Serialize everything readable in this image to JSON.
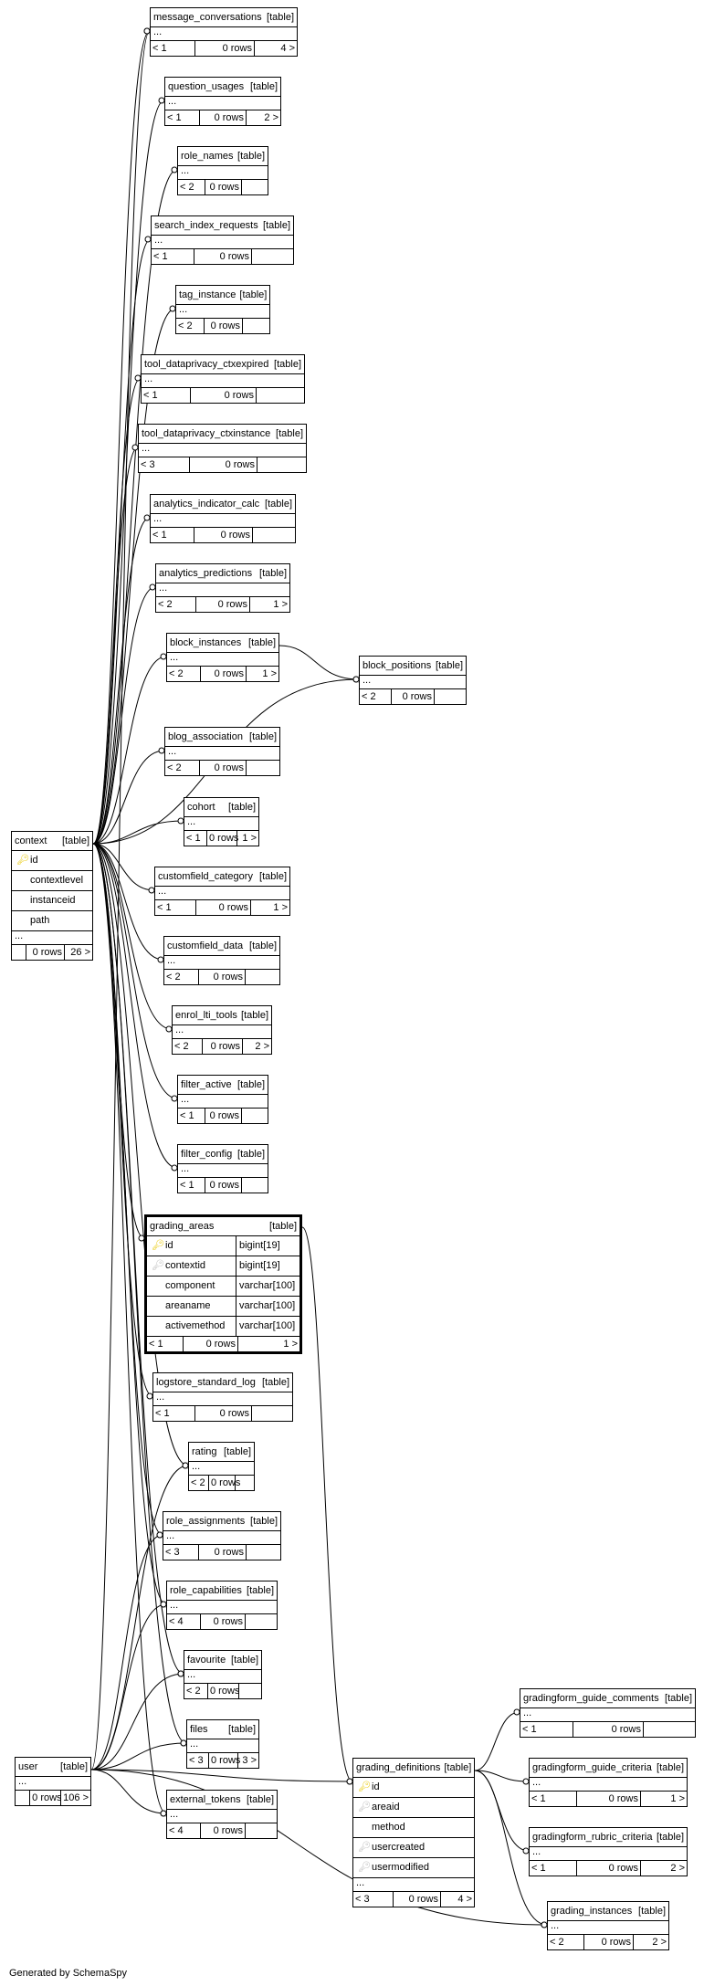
{
  "footer_note": "Generated by SchemaSpy",
  "colors": {
    "line": "#000000",
    "pk_key": "#e8c800",
    "fk_key": "#bbbbbb"
  },
  "tables": {
    "message_conversations": {
      "name": "message_conversations",
      "tag": "[table]",
      "dots": "...",
      "parents": "< 1",
      "rows": "0 rows",
      "children": "4 >"
    },
    "question_usages": {
      "name": "question_usages",
      "tag": "[table]",
      "dots": "...",
      "parents": "< 1",
      "rows": "0 rows",
      "children": "2 >"
    },
    "role_names": {
      "name": "role_names",
      "tag": "[table]",
      "dots": "...",
      "parents": "< 2",
      "rows": "0 rows",
      "children": ""
    },
    "search_index_requests": {
      "name": "search_index_requests",
      "tag": "[table]",
      "dots": "...",
      "parents": "< 1",
      "rows": "0 rows",
      "children": ""
    },
    "tag_instance": {
      "name": "tag_instance",
      "tag": "[table]",
      "dots": "...",
      "parents": "< 2",
      "rows": "0 rows",
      "children": ""
    },
    "tool_dataprivacy_ctxexpired": {
      "name": "tool_dataprivacy_ctxexpired",
      "tag": "[table]",
      "dots": "...",
      "parents": "< 1",
      "rows": "0 rows",
      "children": ""
    },
    "tool_dataprivacy_ctxinstance": {
      "name": "tool_dataprivacy_ctxinstance",
      "tag": "[table]",
      "dots": "...",
      "parents": "< 3",
      "rows": "0 rows",
      "children": ""
    },
    "analytics_indicator_calc": {
      "name": "analytics_indicator_calc",
      "tag": "[table]",
      "dots": "...",
      "parents": "< 1",
      "rows": "0 rows",
      "children": ""
    },
    "analytics_predictions": {
      "name": "analytics_predictions",
      "tag": "[table]",
      "dots": "...",
      "parents": "< 2",
      "rows": "0 rows",
      "children": "1 >"
    },
    "block_instances": {
      "name": "block_instances",
      "tag": "[table]",
      "dots": "...",
      "parents": "< 2",
      "rows": "0 rows",
      "children": "1 >"
    },
    "block_positions": {
      "name": "block_positions",
      "tag": "[table]",
      "dots": "...",
      "parents": "< 2",
      "rows": "0 rows",
      "children": ""
    },
    "blog_association": {
      "name": "blog_association",
      "tag": "[table]",
      "dots": "...",
      "parents": "< 2",
      "rows": "0 rows",
      "children": ""
    },
    "cohort": {
      "name": "cohort",
      "tag": "[table]",
      "dots": "...",
      "parents": "< 1",
      "rows": "0 rows",
      "children": "1 >"
    },
    "customfield_category": {
      "name": "customfield_category",
      "tag": "[table]",
      "dots": "...",
      "parents": "< 1",
      "rows": "0 rows",
      "children": "1 >"
    },
    "customfield_data": {
      "name": "customfield_data",
      "tag": "[table]",
      "dots": "...",
      "parents": "< 2",
      "rows": "0 rows",
      "children": ""
    },
    "enrol_lti_tools": {
      "name": "enrol_lti_tools",
      "tag": "[table]",
      "dots": "...",
      "parents": "< 2",
      "rows": "0 rows",
      "children": "2 >"
    },
    "filter_active": {
      "name": "filter_active",
      "tag": "[table]",
      "dots": "...",
      "parents": "< 1",
      "rows": "0 rows",
      "children": ""
    },
    "filter_config": {
      "name": "filter_config",
      "tag": "[table]",
      "dots": "...",
      "parents": "< 1",
      "rows": "0 rows",
      "children": ""
    },
    "logstore_standard_log": {
      "name": "logstore_standard_log",
      "tag": "[table]",
      "dots": "...",
      "parents": "< 1",
      "rows": "0 rows",
      "children": ""
    },
    "rating": {
      "name": "rating",
      "tag": "[table]",
      "dots": "...",
      "parents": "< 2",
      "rows": "0 rows",
      "children": ""
    },
    "role_assignments": {
      "name": "role_assignments",
      "tag": "[table]",
      "dots": "...",
      "parents": "< 3",
      "rows": "0 rows",
      "children": ""
    },
    "role_capabilities": {
      "name": "role_capabilities",
      "tag": "[table]",
      "dots": "...",
      "parents": "< 4",
      "rows": "0 rows",
      "children": ""
    },
    "favourite": {
      "name": "favourite",
      "tag": "[table]",
      "dots": "...",
      "parents": "< 2",
      "rows": "0 rows",
      "children": ""
    },
    "files": {
      "name": "files",
      "tag": "[table]",
      "dots": "...",
      "parents": "< 3",
      "rows": "0 rows",
      "children": "3 >"
    },
    "external_tokens": {
      "name": "external_tokens",
      "tag": "[table]",
      "dots": "...",
      "parents": "< 4",
      "rows": "0 rows",
      "children": ""
    },
    "gradingform_guide_comments": {
      "name": "gradingform_guide_comments",
      "tag": "[table]",
      "dots": "...",
      "parents": "< 1",
      "rows": "0 rows",
      "children": ""
    },
    "gradingform_guide_criteria": {
      "name": "gradingform_guide_criteria",
      "tag": "[table]",
      "dots": "...",
      "parents": "< 1",
      "rows": "0 rows",
      "children": "1 >"
    },
    "gradingform_rubric_criteria": {
      "name": "gradingform_rubric_criteria",
      "tag": "[table]",
      "dots": "...",
      "parents": "< 1",
      "rows": "0 rows",
      "children": "2 >"
    },
    "grading_instances": {
      "name": "grading_instances",
      "tag": "[table]",
      "dots": "...",
      "parents": "< 2",
      "rows": "0 rows",
      "children": "2 >"
    },
    "user": {
      "name": "user",
      "tag": "[table]",
      "dots": "...",
      "parents": "",
      "rows": "0 rows",
      "children": "106 >"
    }
  },
  "context": {
    "name": "context",
    "tag": "[table]",
    "columns": [
      "id",
      "contextlevel",
      "instanceid",
      "path"
    ],
    "dots": "...",
    "parents": "",
    "rows": "0 rows",
    "children": "26 >"
  },
  "grading_areas": {
    "name": "grading_areas",
    "tag": "[table]",
    "columns": [
      {
        "name": "id",
        "type": "bigint[19]"
      },
      {
        "name": "contextid",
        "type": "bigint[19]"
      },
      {
        "name": "component",
        "type": "varchar[100]"
      },
      {
        "name": "areaname",
        "type": "varchar[100]"
      },
      {
        "name": "activemethod",
        "type": "varchar[100]"
      }
    ],
    "parents": "< 1",
    "rows": "0 rows",
    "children": "1 >"
  },
  "grading_definitions": {
    "name": "grading_definitions",
    "tag": "[table]",
    "columns": [
      "id",
      "areaid",
      "method",
      "usercreated",
      "usermodified"
    ],
    "dots": "...",
    "parents": "< 3",
    "rows": "0 rows",
    "children": "4 >"
  }
}
